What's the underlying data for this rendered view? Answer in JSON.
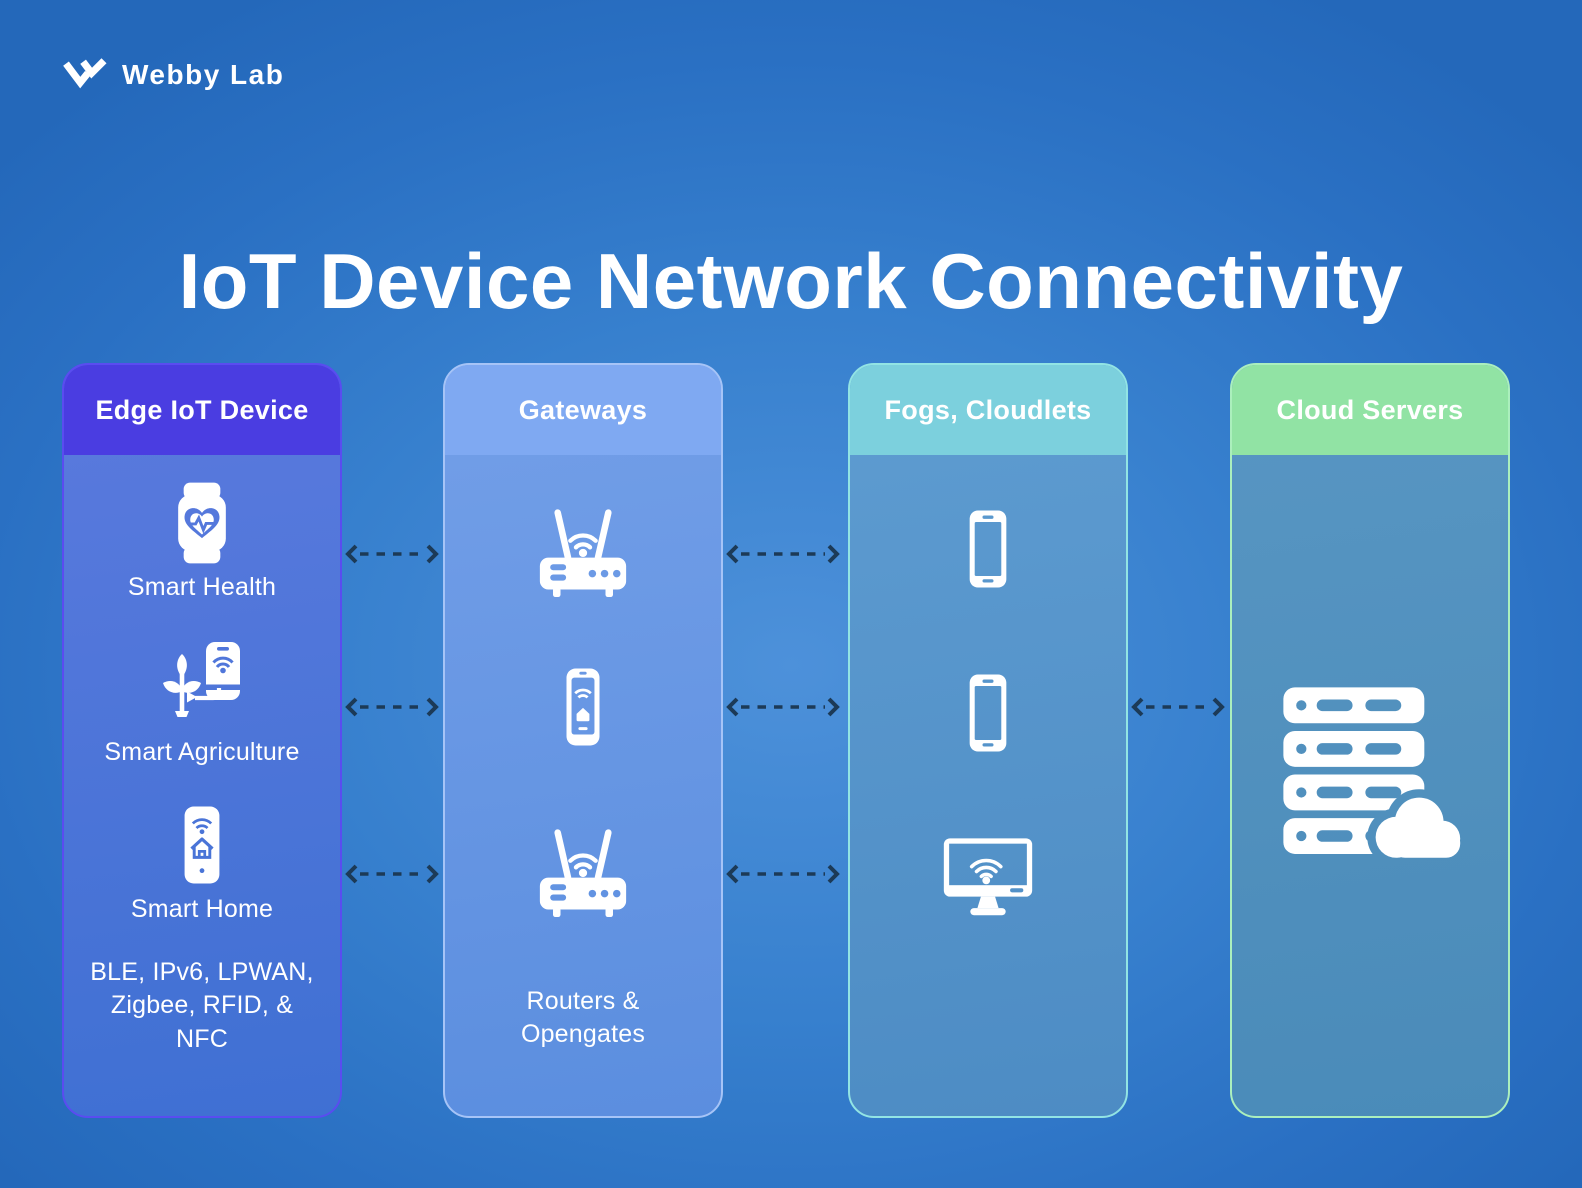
{
  "brand": {
    "name": "Webby Lab",
    "icon": "webbylab-logo-icon"
  },
  "title": "IoT Device Network Connectivity",
  "columns": [
    {
      "id": "edge-iot-device",
      "header": "Edge IoT Device",
      "header_color": "#4a3de1",
      "items": [
        {
          "icon": "smartwatch-health-icon",
          "label": "Smart Health"
        },
        {
          "icon": "plant-smartphone-icon",
          "label": "Smart Agriculture"
        },
        {
          "icon": "smart-home-phone-icon",
          "label": "Smart Home"
        }
      ],
      "footer": "BLE, IPv6, LPWAN, Zigbee, RFID, & NFC"
    },
    {
      "id": "gateways",
      "header": "Gateways",
      "header_color": "#7fa9f2",
      "items": [
        {
          "icon": "wifi-router-icon",
          "label": ""
        },
        {
          "icon": "smart-hub-phone-icon",
          "label": ""
        },
        {
          "icon": "wifi-router-icon",
          "label": ""
        }
      ],
      "footer": "Routers & Opengates"
    },
    {
      "id": "fogs-cloudlets",
      "header": "Fogs, Cloudlets",
      "header_color": "#7cd0dd",
      "items": [
        {
          "icon": "smartphone-icon",
          "label": ""
        },
        {
          "icon": "smartphone-icon",
          "label": ""
        },
        {
          "icon": "monitor-wifi-icon",
          "label": ""
        }
      ],
      "footer": ""
    },
    {
      "id": "cloud-servers",
      "header": "Cloud Servers",
      "header_color": "#91e3a4",
      "items": [
        {
          "icon": "server-rack-cloud-icon",
          "label": ""
        }
      ],
      "footer": ""
    }
  ],
  "connections": [
    {
      "from": "edge-iot-device",
      "to": "gateways",
      "arrow_count": 3,
      "style": "dashed-double-headed"
    },
    {
      "from": "gateways",
      "to": "fogs-cloudlets",
      "arrow_count": 3,
      "style": "dashed-double-headed"
    },
    {
      "from": "fogs-cloudlets",
      "to": "cloud-servers",
      "arrow_count": 1,
      "style": "dashed-double-headed"
    }
  ],
  "colors": {
    "background": "#2e74c6",
    "arrow": "#1c3a57",
    "text": "#ffffff"
  }
}
